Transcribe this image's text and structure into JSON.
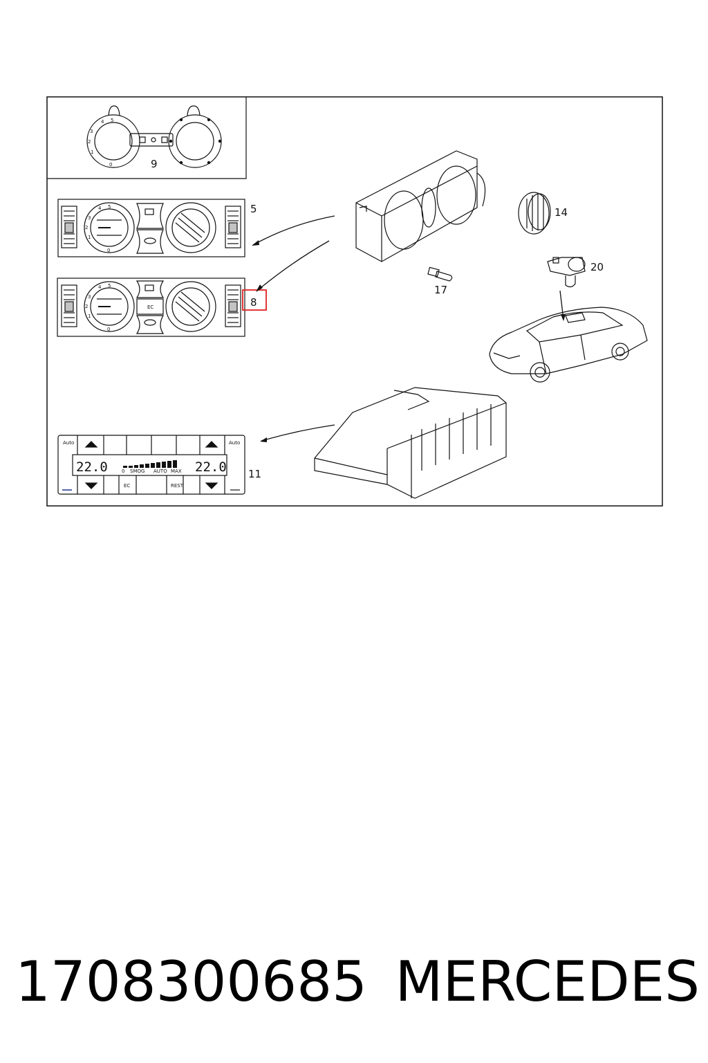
{
  "diagram": {
    "callouts": {
      "c9": "9",
      "c5": "5",
      "c8": "8",
      "c14": "14",
      "c20": "20",
      "c17": "17",
      "c11": "11"
    },
    "highlight_color": "#e02020",
    "panel11": {
      "auto_left": "Auto",
      "auto_right": "Auto",
      "temp_left": "22.0",
      "temp_right": "22.0",
      "scale_zero": "0",
      "smog": "SMOG",
      "auto_mid": "AUTO",
      "max": "MAX",
      "ec": "EC",
      "rest": "REST"
    },
    "panel8": {
      "ec": "EC"
    }
  },
  "caption": {
    "part_number": "1708300685",
    "brand": "MERCEDES"
  }
}
